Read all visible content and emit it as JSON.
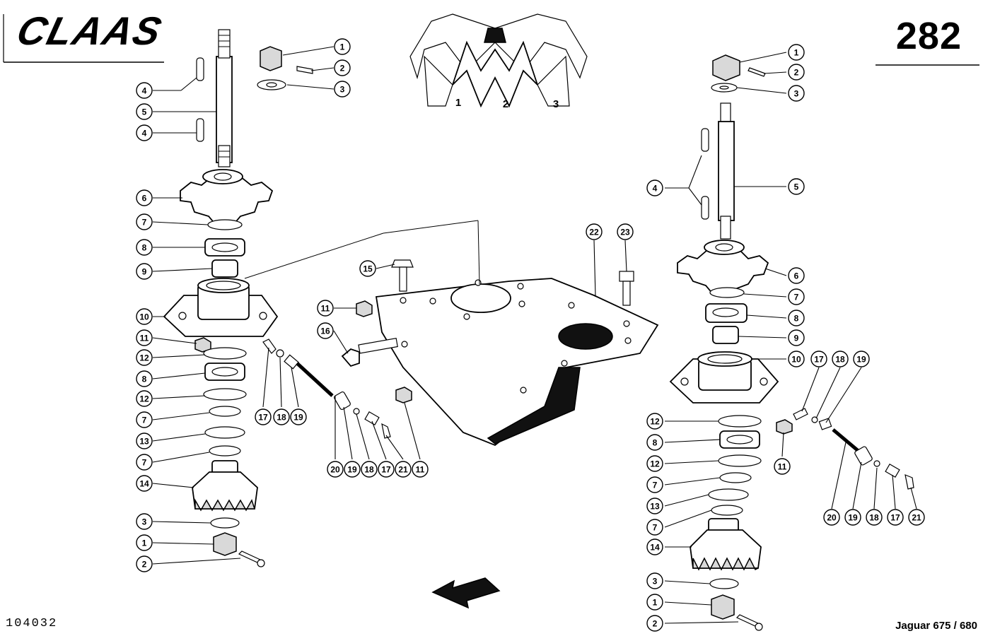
{
  "header": {
    "brand": "CLAAS",
    "sheet_number": "282"
  },
  "footer": {
    "reference_number": "104032",
    "model": "Jaguar 675 / 680"
  },
  "row_unit_view": {
    "labels": [
      "1",
      "2",
      "3"
    ]
  },
  "left_callouts": [
    "1",
    "2",
    "3",
    "4",
    "5",
    "4",
    "6",
    "7",
    "8",
    "9",
    "10",
    "11",
    "12",
    "8",
    "12",
    "7",
    "13",
    "7",
    "14",
    "3",
    "1",
    "2",
    "17",
    "18",
    "19"
  ],
  "center_callouts": [
    "15",
    "11",
    "16",
    "22",
    "23",
    "20",
    "19",
    "18",
    "17",
    "21",
    "11"
  ],
  "right_callouts": [
    "1",
    "2",
    "3",
    "4",
    "5",
    "6",
    "7",
    "8",
    "9",
    "10",
    "17",
    "18",
    "19",
    "12",
    "8",
    "12",
    "7",
    "13",
    "7",
    "14",
    "3",
    "1",
    "2",
    "11",
    "20",
    "19",
    "18",
    "17",
    "21"
  ],
  "colors": {
    "ink": "#000000",
    "paper": "#ffffff"
  },
  "icons": [
    "direction-arrow-icon"
  ]
}
